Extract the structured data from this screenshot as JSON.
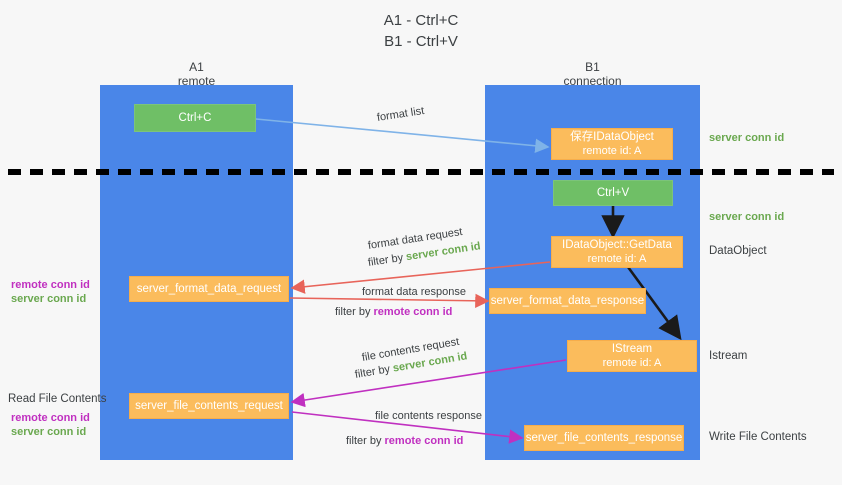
{
  "title": {
    "line1": "A1 - Ctrl+C",
    "line2": "B1 - Ctrl+V"
  },
  "colors": {
    "lane": "#4a86e8",
    "green_box": "#6fbf66",
    "orange_box": "#fbbc5c",
    "green_text": "#6aa84f",
    "purple_text": "#c030c0",
    "background": "#f7f7f7",
    "divider": "#000000"
  },
  "columns": [
    {
      "name": "A1",
      "sub": "remote"
    },
    {
      "name": "B1",
      "sub": "connection"
    }
  ],
  "nodes": {
    "ctrl_c": {
      "line1": "Ctrl+C",
      "line2": "",
      "color": "green"
    },
    "idataobject_saved": {
      "line1": "保存IDataObject",
      "line2": "remote id: A",
      "color": "orange"
    },
    "ctrl_v": {
      "line1": "Ctrl+V",
      "line2": "",
      "color": "green"
    },
    "getdata": {
      "line1": "IDataObject::GetData",
      "line2": "remote id: A",
      "color": "orange"
    },
    "server_format_data_request": {
      "line1": "server_format_data_request",
      "line2": "",
      "color": "orange"
    },
    "server_format_data_response": {
      "line1": "server_format_data_response",
      "line2": "",
      "color": "orange"
    },
    "istream": {
      "line1": "IStream",
      "line2": "remote id: A",
      "color": "orange"
    },
    "server_file_contents_request": {
      "line1": "server_file_contents_request",
      "line2": "",
      "color": "orange"
    },
    "server_file_contents_response": {
      "line1": "server_file_contents_response",
      "line2": "",
      "color": "orange"
    }
  },
  "edges": {
    "format_list": {
      "label": "format list"
    },
    "format_data_request": {
      "label": "format data request",
      "filter_prefix": "filter by ",
      "filter_value": "server conn id",
      "filter_color": "green"
    },
    "format_data_response": {
      "label": "format data response",
      "filter_prefix": "filter by ",
      "filter_value": "remote conn id",
      "filter_color": "purple"
    },
    "file_contents_request": {
      "label": "file contents request",
      "filter_prefix": "filter by ",
      "filter_value": "server conn id",
      "filter_color": "green"
    },
    "file_contents_response": {
      "label": "file contents response",
      "filter_prefix": "filter by ",
      "filter_value": "remote conn id",
      "filter_color": "purple"
    }
  },
  "annotations": {
    "right_server_conn_id_top": "server conn id",
    "right_server_conn_id_second": "server conn id",
    "right_dataobject": "DataObject",
    "right_istream": "Istream",
    "right_write_file_contents": "Write File Contents",
    "left_read_file_contents": "Read File Contents",
    "left_conn_remote_1": "remote conn id",
    "left_conn_server_1": "server conn id",
    "left_conn_remote_2": "remote conn id",
    "left_conn_server_2": "server conn id"
  }
}
